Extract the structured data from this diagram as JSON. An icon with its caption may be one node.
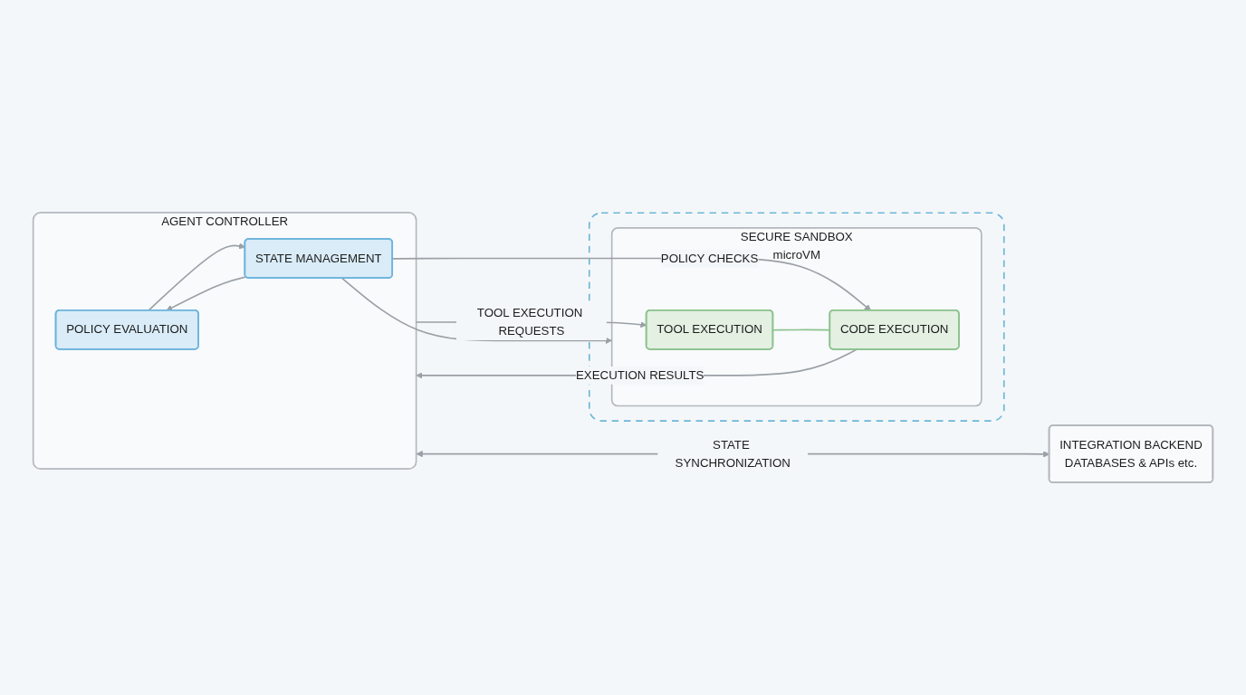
{
  "diagram": {
    "nodes": [
      {
        "text": [
          "AGENT CONTROLLER"
        ]
      },
      {
        "text": [
          "POLICY EVALUATION"
        ],
        "in": 0
      },
      {
        "text": [
          "STATE MANAGEMENT"
        ],
        "in": 0
      },
      {
        "text": [],
        "shape": "box"
      },
      {
        "text": [
          "SECURE SANDBOX",
          "microVM"
        ],
        "in": 3
      },
      {
        "text": [
          "TOOL EXECUTION"
        ],
        "in": 4
      },
      {
        "text": [
          "CODE EXECUTION"
        ],
        "in": 4
      },
      {
        "text": [
          "INTEGRATION BACKEND",
          "DATABASES & APIs etc."
        ]
      }
    ],
    "edges": [
      {
        "from": 0,
        "to": 7,
        "arrow": "both",
        "label": "STATE SYNCHRONIZATION"
      },
      {
        "from": 0,
        "to": 5,
        "arrow": "to",
        "label": "TOOL EXECUTION REQUESTS"
      },
      {
        "from": 1,
        "to": 2,
        "arrow": "to"
      },
      {
        "from": 2,
        "to": 1,
        "arrow": "to"
      },
      {
        "from": 6,
        "to": 0,
        "arrow": "to",
        "label": "EXECUTION RESULTS"
      },
      {
        "from": 2,
        "to": 4,
        "arrow": "to"
      },
      {
        "from": 2,
        "to": 6,
        "arrow": "to",
        "label": "POLICY CHECKS"
      },
      {
        "from": 5,
        "to": 6,
        "arrow": "none",
        "color": "#8cc28d"
      }
    ]
  }
}
